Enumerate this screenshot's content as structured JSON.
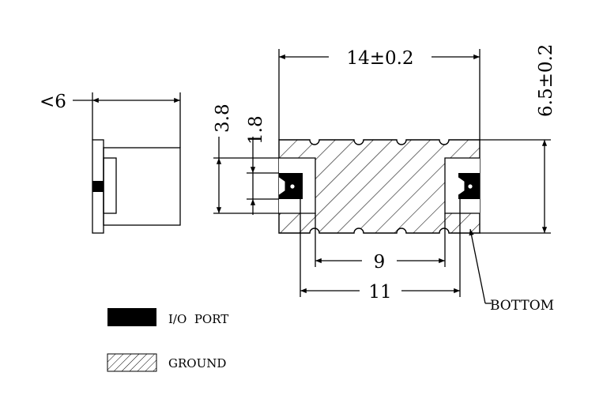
{
  "dimensions": {
    "length": "14±0.2",
    "width": "6.5±0.2",
    "side_thickness": "<6",
    "port_outer": "3.8",
    "port_inner": "1.8",
    "ground_gap": "9",
    "port_span": "11"
  },
  "callout": {
    "bottom": "BOTTOM"
  },
  "legend": {
    "io_port": "I/O  PORT",
    "ground": "GROUND"
  },
  "colors": {
    "line": "#000000",
    "background": "#ffffff"
  }
}
